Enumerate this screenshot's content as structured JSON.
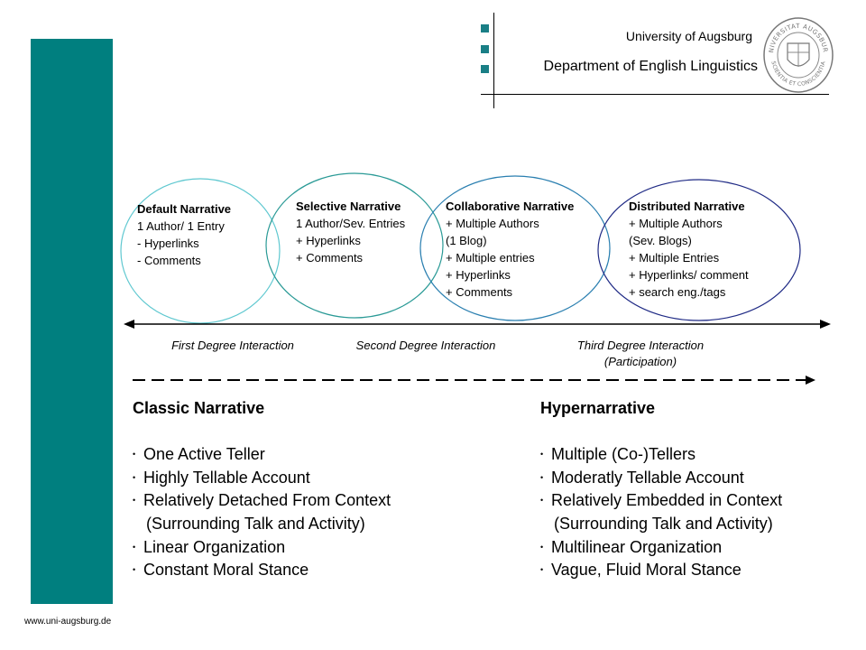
{
  "header": {
    "university": "University of Augsburg",
    "department": "Department of English Linguistics",
    "seal_text_top": "UNIVERSITAT AUGSBURG",
    "seal_text_bottom": "SCIENTIA ET CONSCIENTIA"
  },
  "narratives": [
    {
      "title": "Default Narrative",
      "lines": [
        "1 Author/ 1 Entry",
        "- Hyperlinks",
        "- Comments"
      ]
    },
    {
      "title": "Selective Narrative",
      "lines": [
        "1 Author/Sev. Entries",
        "+ Hyperlinks",
        "+ Comments"
      ]
    },
    {
      "title": "Collaborative Narrative",
      "lines": [
        "+ Multiple Authors",
        "(1 Blog)",
        "+ Multiple entries",
        "+ Hyperlinks",
        "+ Comments"
      ]
    },
    {
      "title": "Distributed Narrative",
      "lines": [
        "+ Multiple Authors",
        "(Sev. Blogs)",
        "+ Multiple Entries",
        "+ Hyperlinks/ comment",
        "+ search eng./tags"
      ]
    }
  ],
  "interaction_degrees": [
    {
      "line1": "First Degree Interaction",
      "line2": ""
    },
    {
      "line1": "Second Degree Interaction",
      "line2": ""
    },
    {
      "line1": "Third Degree Interaction",
      "line2": "(Participation)"
    }
  ],
  "classic": {
    "title": "Classic Narrative",
    "items": [
      {
        "text": "One Active Teller",
        "cont": ""
      },
      {
        "text": "Highly Tellable Account",
        "cont": ""
      },
      {
        "text": "Relatively Detached From Context",
        "cont": "(Surrounding Talk and Activity)"
      },
      {
        "text": "Linear Organization",
        "cont": ""
      },
      {
        "text": "Constant Moral Stance",
        "cont": ""
      }
    ]
  },
  "hyper": {
    "title": "Hypernarrative",
    "items": [
      {
        "text": "Multiple (Co-)Tellers",
        "cont": ""
      },
      {
        "text": "Moderatly Tellable Account",
        "cont": ""
      },
      {
        "text": "Relatively Embedded in Context",
        "cont": "(Surrounding Talk and Activity)"
      },
      {
        "text": "Multilinear Organization",
        "cont": ""
      },
      {
        "text": "Vague, Fluid Moral Stance",
        "cont": ""
      }
    ]
  },
  "footer": {
    "url": "www.uni-augsburg.de"
  },
  "colors": {
    "teal_bar": "#007f7f",
    "header_squares": "#1a7f86",
    "oval_1": "#5fc8d0",
    "oval_2": "#2a9a96",
    "oval_3": "#2a7fb0",
    "oval_4": "#1f2a85"
  }
}
